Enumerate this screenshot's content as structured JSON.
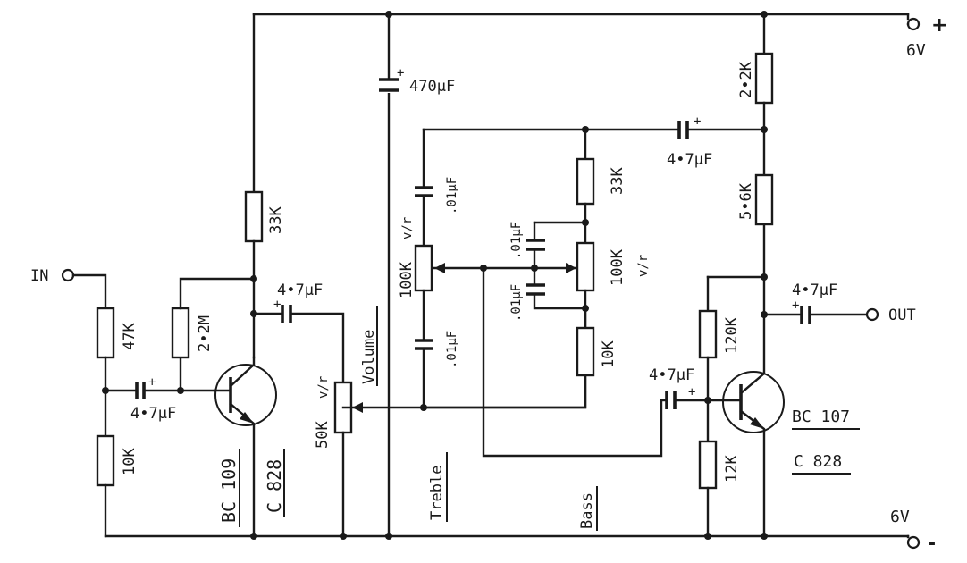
{
  "supply": {
    "positive": "6V",
    "negative": "6V",
    "plus_sign": "+",
    "minus_sign": "-"
  },
  "io": {
    "input": "IN",
    "output": "OUT"
  },
  "resistors": {
    "r47k": "47K",
    "r10k_in": "10K",
    "r2m2": "2•2M",
    "r33k_col": "33K",
    "r2k2": "2•2K",
    "r5k6": "5•6K",
    "r33k_tone": "33K",
    "r10k_tone": "10K",
    "r120k": "120K",
    "r12k": "12K"
  },
  "pots": {
    "volume_pot": "50K",
    "treble_pot": "100K",
    "bass_pot": "100K",
    "log_mark": "v/r"
  },
  "capacitors": {
    "c470": "470µF",
    "c_in": "4•7µF",
    "c_q1": "4•7µF",
    "c_fb": "4•7µF",
    "c_q2": "4•7µF",
    "c_out": "4•7µF",
    "c_treble_top": ".01µF",
    "c_treble_bot": ".01µF",
    "c_bass_top": ".01µF",
    "c_bass_bot": ".01µF",
    "polarity": "+"
  },
  "transistors": {
    "q1": {
      "type": "BC 109",
      "alt": "C 828"
    },
    "q2": {
      "type": "BC 107",
      "alt": "C 828"
    }
  },
  "controls": {
    "volume": "Volume",
    "treble": "Treble",
    "bass": "Bass"
  }
}
